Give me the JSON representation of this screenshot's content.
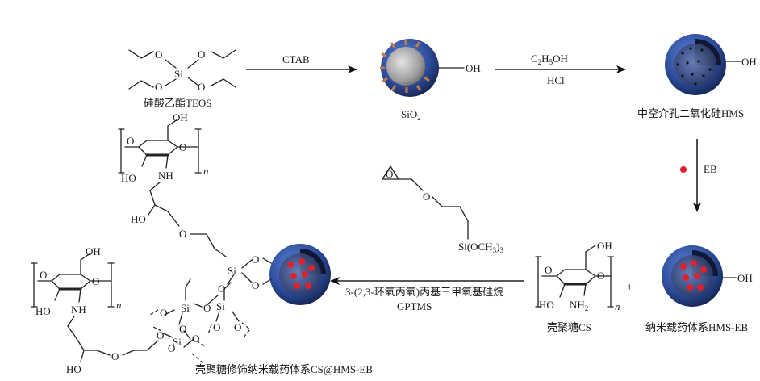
{
  "teos": {
    "atoms": {
      "o1": "O",
      "o2": "O",
      "o3": "O",
      "o4": "O",
      "si": "Si"
    },
    "caption": "硅酸乙酯TEOS"
  },
  "step1": {
    "reagent": "CTAB"
  },
  "sio2": {
    "label": "SiO",
    "sub": "2",
    "oh": "OH"
  },
  "step2": {
    "reagent_top_a": "C",
    "reagent_top_sub1": "2",
    "reagent_top_b": "H",
    "reagent_top_sub2": "5",
    "reagent_top_c": "OH",
    "reagent_bottom": "HCl"
  },
  "hms": {
    "caption": "中空介孔二氧化硅HMS",
    "oh": "OH"
  },
  "step3": {
    "reagent": "EB"
  },
  "hms_eb": {
    "caption": "纳米载药体系HMS-EB",
    "oh": "OH"
  },
  "plus": "+",
  "cs": {
    "caption": "壳聚糖CS",
    "oh_top": "OH",
    "ring_o": "O",
    "link_o": "O",
    "ho": "HO",
    "nh2_a": "NH",
    "nh2_sub": "2",
    "n": "n"
  },
  "gptms": {
    "ring_o": "O",
    "ether_o": "O",
    "si_a": "Si(OCH",
    "si_sub": "3",
    "si_b": ")",
    "si_sub2": "3"
  },
  "step4": {
    "reagent_cn": "3-(2,3-环氧丙氧)丙基三甲氧基硅烷",
    "reagent_en": "GPTMS"
  },
  "product": {
    "caption": "壳聚糖修饰纳米载药体系CS@HMS-EB",
    "top_chain": {
      "oh": "OH",
      "ring_o": "O",
      "link_o": "O",
      "ho": "HO",
      "nh": "NH",
      "n": "n"
    },
    "linker": {
      "ho": "HO",
      "o": "O",
      "si": "Si",
      "o_a": "O",
      "o_b": "O",
      "o_c": "O"
    },
    "siloxane": {
      "o1": "O",
      "si1": "Si",
      "o2": "O",
      "si2": "Si",
      "o3": "O",
      "si3": "Si",
      "o4": "O",
      "o5": "O",
      "o6": "O",
      "o7": "O"
    },
    "bottom_chain": {
      "oh": "OH",
      "ring_o": "O",
      "link_o": "O",
      "ho": "HO",
      "nh": "NH",
      "n": "n",
      "ho2": "HO",
      "o": "O"
    }
  }
}
